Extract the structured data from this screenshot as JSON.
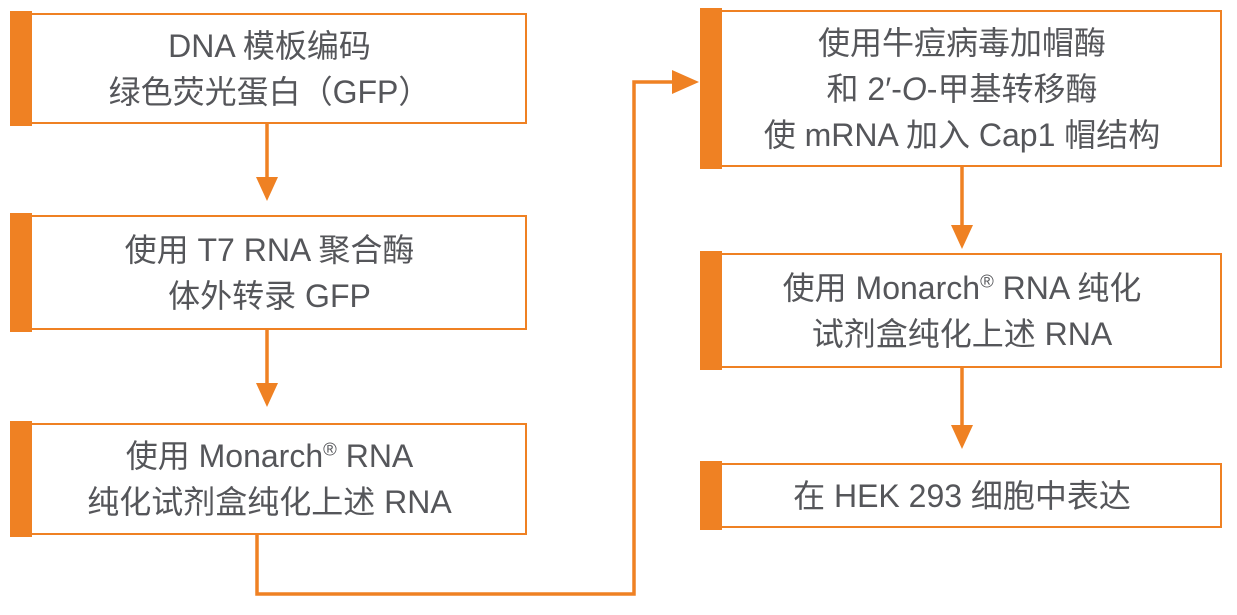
{
  "colors": {
    "accent": "#EF8123",
    "text": "#55565A",
    "background": "#FFFFFF"
  },
  "flow": {
    "left": {
      "step1": {
        "line1": "DNA 模板编码",
        "line2": "绿色荧光蛋白（GFP）"
      },
      "step2": {
        "line1": "使用 T7 RNA 聚合酶",
        "line2": "体外转录 GFP"
      },
      "step3": {
        "line1_pre": "使用 Monarch",
        "line1_sup": "®",
        "line1_post": " RNA",
        "line2": "纯化试剂盒纯化上述 RNA"
      }
    },
    "right": {
      "step4": {
        "line1": "使用牛痘病毒加帽酶",
        "line2_pre": "和 2′-",
        "line2_italic": "O",
        "line2_post": "-甲基转移酶",
        "line3": "使 mRNA 加入 Cap1 帽结构"
      },
      "step5": {
        "line1_pre": "使用 Monarch",
        "line1_sup": "®",
        "line1_post": " RNA 纯化",
        "line2": "试剂盒纯化上述 RNA"
      },
      "step6": {
        "line1": "在 HEK 293 细胞中表达"
      }
    },
    "edges": [
      {
        "from": "step1",
        "to": "step2",
        "kind": "straight-down-arrow"
      },
      {
        "from": "step2",
        "to": "step3",
        "kind": "straight-down-arrow"
      },
      {
        "from": "step3",
        "to": "step4",
        "kind": "elbow-right-arrow"
      },
      {
        "from": "step4",
        "to": "step5",
        "kind": "straight-down-arrow"
      },
      {
        "from": "step5",
        "to": "step6",
        "kind": "straight-down-arrow"
      }
    ]
  }
}
